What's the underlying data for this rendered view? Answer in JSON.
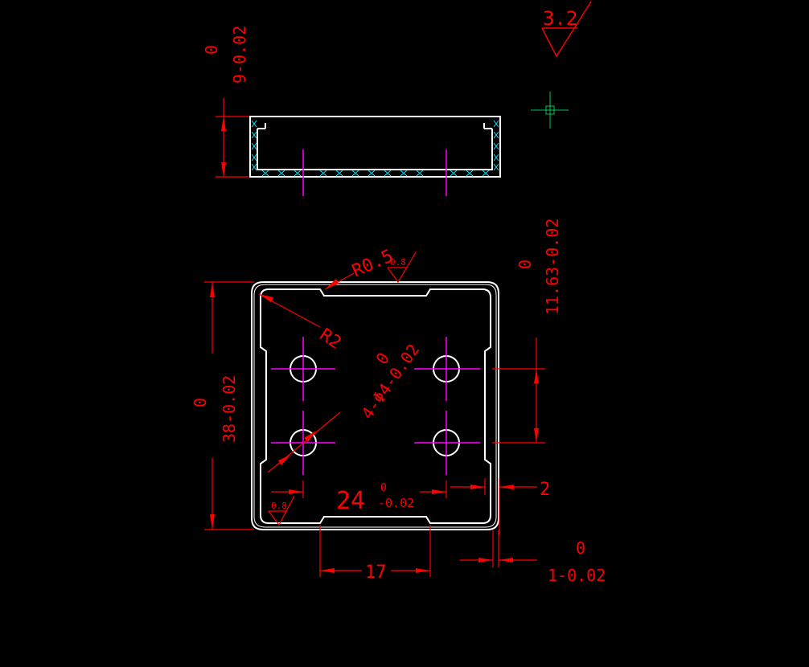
{
  "colors": {
    "background": "#000000",
    "outline": "#ffffff",
    "dimension": "#ff0000",
    "centerline": "#ff00ff",
    "hatch": "#00e5ff",
    "cursor": "#00c853"
  },
  "icons": {
    "cursor": "crosshair-cursor-icon",
    "roughness": "surface-roughness-symbol-icon"
  },
  "labels": {
    "roughness_general": "3.2",
    "roughness_top": "0.8",
    "roughness_bottom_left": "0.8",
    "height_tol_upper": "0",
    "height_value": "9-0.02",
    "fillet_outer": "R0.5",
    "fillet_inner": "R2",
    "side_tol_upper": "0",
    "side_value": "11.63-0.02",
    "hole_tol_upper": "0",
    "hole_value": "4-Φ4-0.02",
    "length_tol_upper": "0",
    "length_value": "38-0.02",
    "hole_spacing_value": "24",
    "hole_spacing_tol_upper": "0",
    "hole_spacing_tol_lower": "-0.02",
    "wall_value": "2",
    "notch_width": "17",
    "thin_tol_upper": "0",
    "thin_value": "1-0.02"
  }
}
